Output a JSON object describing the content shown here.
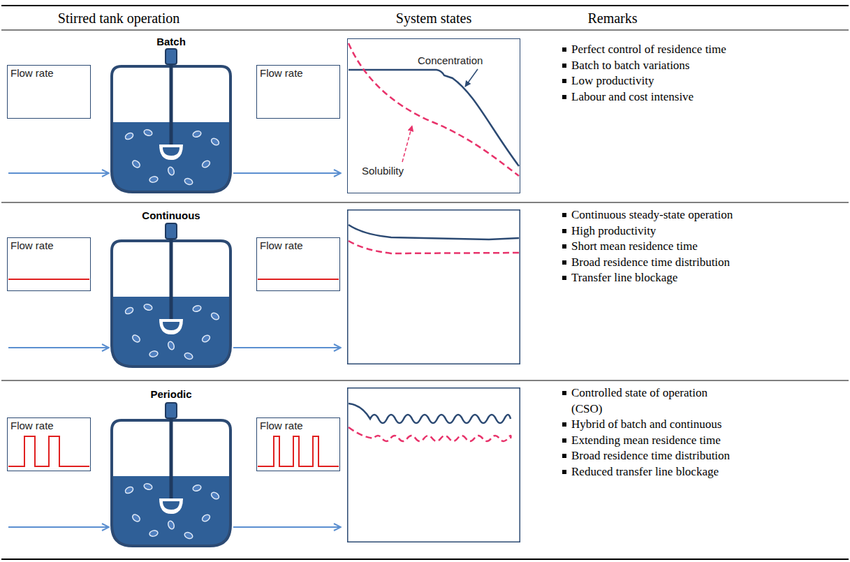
{
  "diagram": {
    "nodes": [
      {
        "text": [
          "Flow rate"
        ]
      },
      {
        "text": [
          "Flow rate"
        ]
      },
      {
        "text": [
          "Concentration",
          "Solubility"
        ]
      },
      {
        "text": [
          "Flow rate"
        ]
      },
      {
        "text": [
          "Flow rate"
        ]
      },
      {
        "text": [
          "Flow rate"
        ]
      },
      {
        "text": [
          "Flow rate"
        ]
      }
    ],
    "labels": [
      "Stirred tank operation",
      "System states",
      "Remarks",
      "Batch",
      "Perfect control of residence time",
      "Batch to batch variations",
      "Low productivity",
      "Labour and cost intensive",
      "Continuous",
      "Continuous steady-state operation",
      "High productivity",
      "Short mean residence time",
      "Broad residence time distribution",
      "Transfer line blockage",
      "Periodic",
      "Controlled state of operation (CSO)",
      "Hybrid of batch and continuous",
      "Extending mean residence time",
      "Broad residence time distribution",
      "Reduced transfer line blockage"
    ]
  }
}
